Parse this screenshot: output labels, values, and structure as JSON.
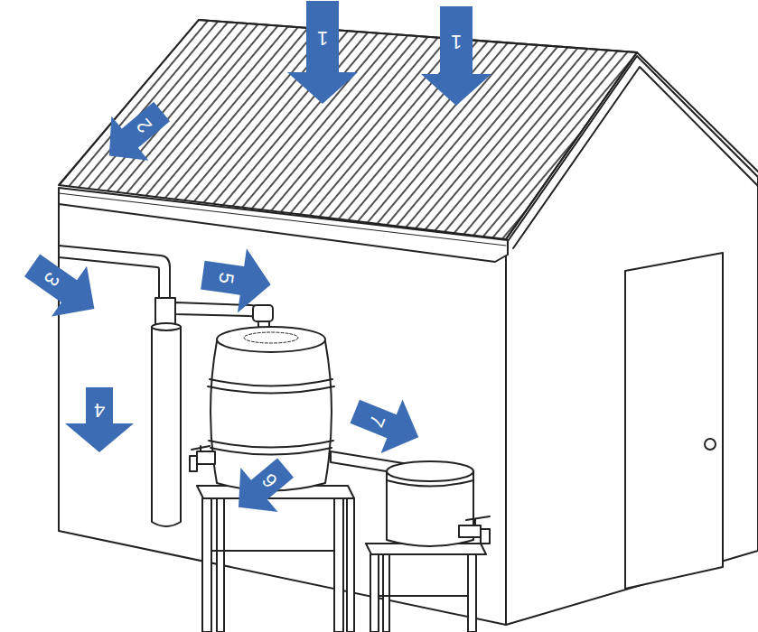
{
  "diagram": {
    "labels": [
      "1",
      "1",
      "2",
      "3",
      "4",
      "5",
      "6",
      "7"
    ]
  }
}
